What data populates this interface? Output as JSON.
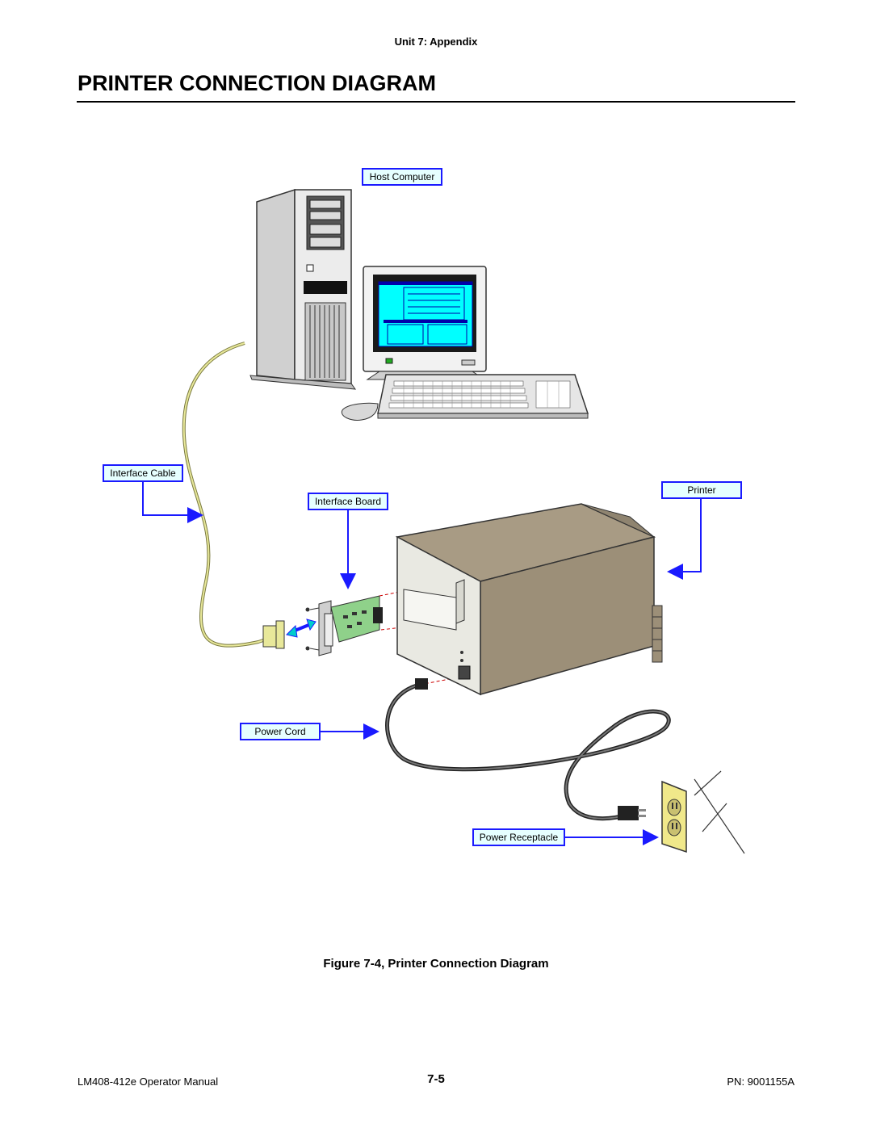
{
  "header": {
    "unit": "Unit 7:  Appendix"
  },
  "title": "PRINTER CONNECTION DIAGRAM",
  "labels": {
    "host_computer": "Host Computer",
    "interface_cable": "Interface Cable",
    "interface_board": "Interface Board",
    "printer": "Printer",
    "power_cord": "Power Cord",
    "power_receptacle": "Power Receptacle"
  },
  "caption": "Figure 7-4, Printer Connection Diagram",
  "footer": {
    "manual": "LM408-412e Operator Manual",
    "page": "7-5",
    "part_number": "PN: 9001155A"
  },
  "colors": {
    "callout_border": "#1a1aff",
    "callout_fill": "#e6ffff",
    "printer_body": "#a89b84",
    "cable": "#e8e89a",
    "screen": "#00ffff",
    "board": "#8fd18a",
    "outlet": "#f0e88a"
  }
}
